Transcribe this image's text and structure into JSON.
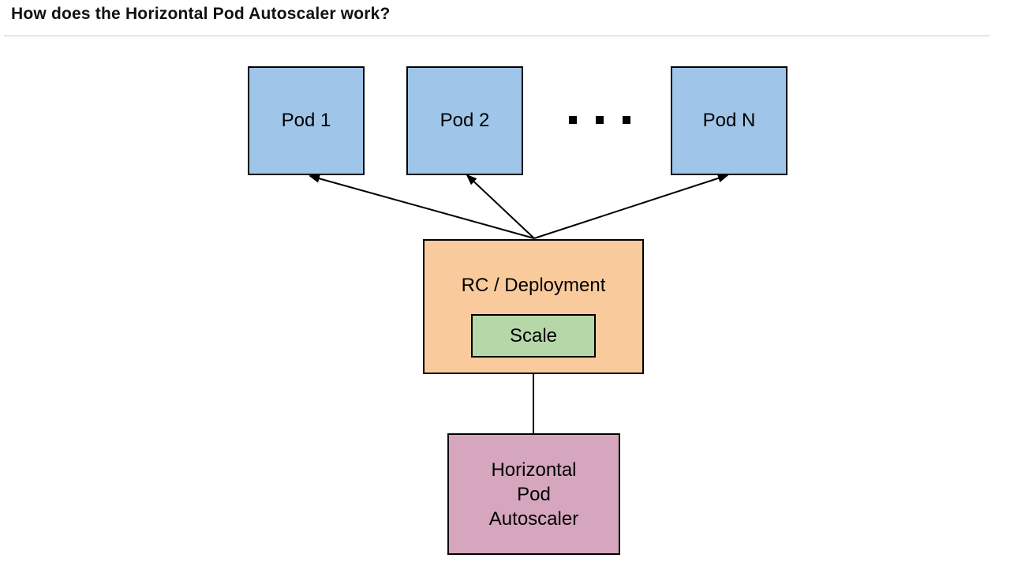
{
  "page": {
    "title": "How does the Horizontal Pod Autoscaler work?",
    "background_color": "#ffffff",
    "divider_color": "#cccccc"
  },
  "diagram": {
    "pods": [
      {
        "label": "Pod 1",
        "fill": "#9fc5e8"
      },
      {
        "label": "Pod 2",
        "fill": "#9fc5e8"
      },
      {
        "label": "Pod N",
        "fill": "#9fc5e8"
      }
    ],
    "ellipsis_icon": "three-square-dots",
    "controller": {
      "label": "RC / Deployment",
      "fill": "#f9cb9c"
    },
    "scale": {
      "label": "Scale",
      "fill": "#b6d7a8"
    },
    "autoscaler": {
      "lines": [
        "Horizontal",
        "Pod",
        "Autoscaler"
      ],
      "fill": "#d5a6bd"
    },
    "border_color": "#000000",
    "arrow_color": "#000000",
    "arrows": [
      {
        "from": "RC / Deployment",
        "to": "Pod 1"
      },
      {
        "from": "RC / Deployment",
        "to": "Pod 2"
      },
      {
        "from": "RC / Deployment",
        "to": "Pod N"
      },
      {
        "from": "Horizontal Pod Autoscaler",
        "to": "Scale"
      }
    ]
  }
}
